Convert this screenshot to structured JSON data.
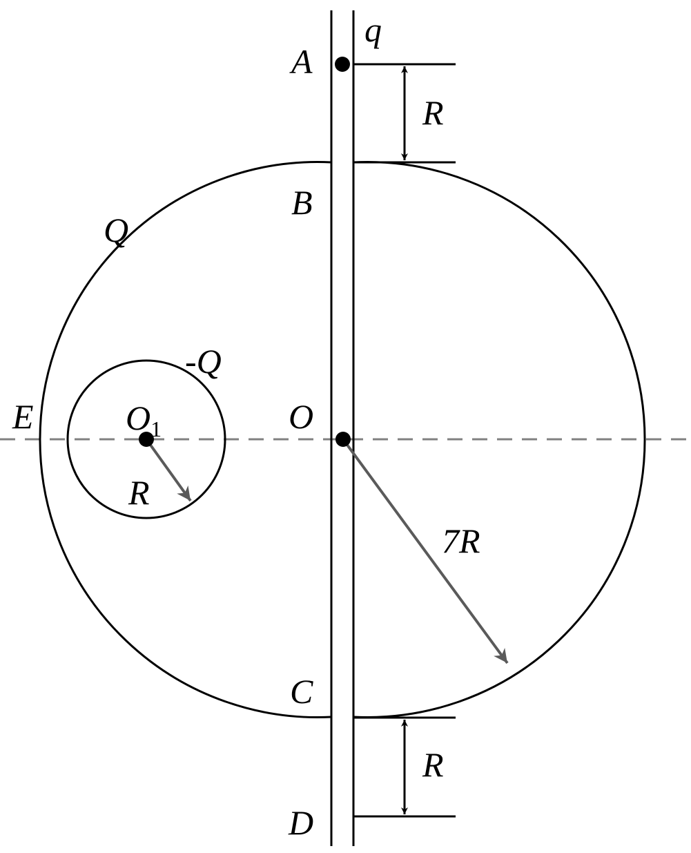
{
  "labels": {
    "point_a": "A",
    "charge_q": "q",
    "point_b": "B",
    "big_sphere_charge": "Q",
    "small_sphere_charge": "-Q",
    "point_e": "E",
    "center_o1": "O",
    "center_o1_subscript": "1",
    "center_o": "O",
    "small_radius": "R",
    "big_radius": "7R",
    "point_c": "C",
    "point_d": "D",
    "gap_top": "R",
    "gap_bottom": "R"
  },
  "colors": {
    "line": "#000000",
    "axis": "#808080",
    "arrow_gray": "#5a5a5a",
    "background": "#ffffff"
  }
}
